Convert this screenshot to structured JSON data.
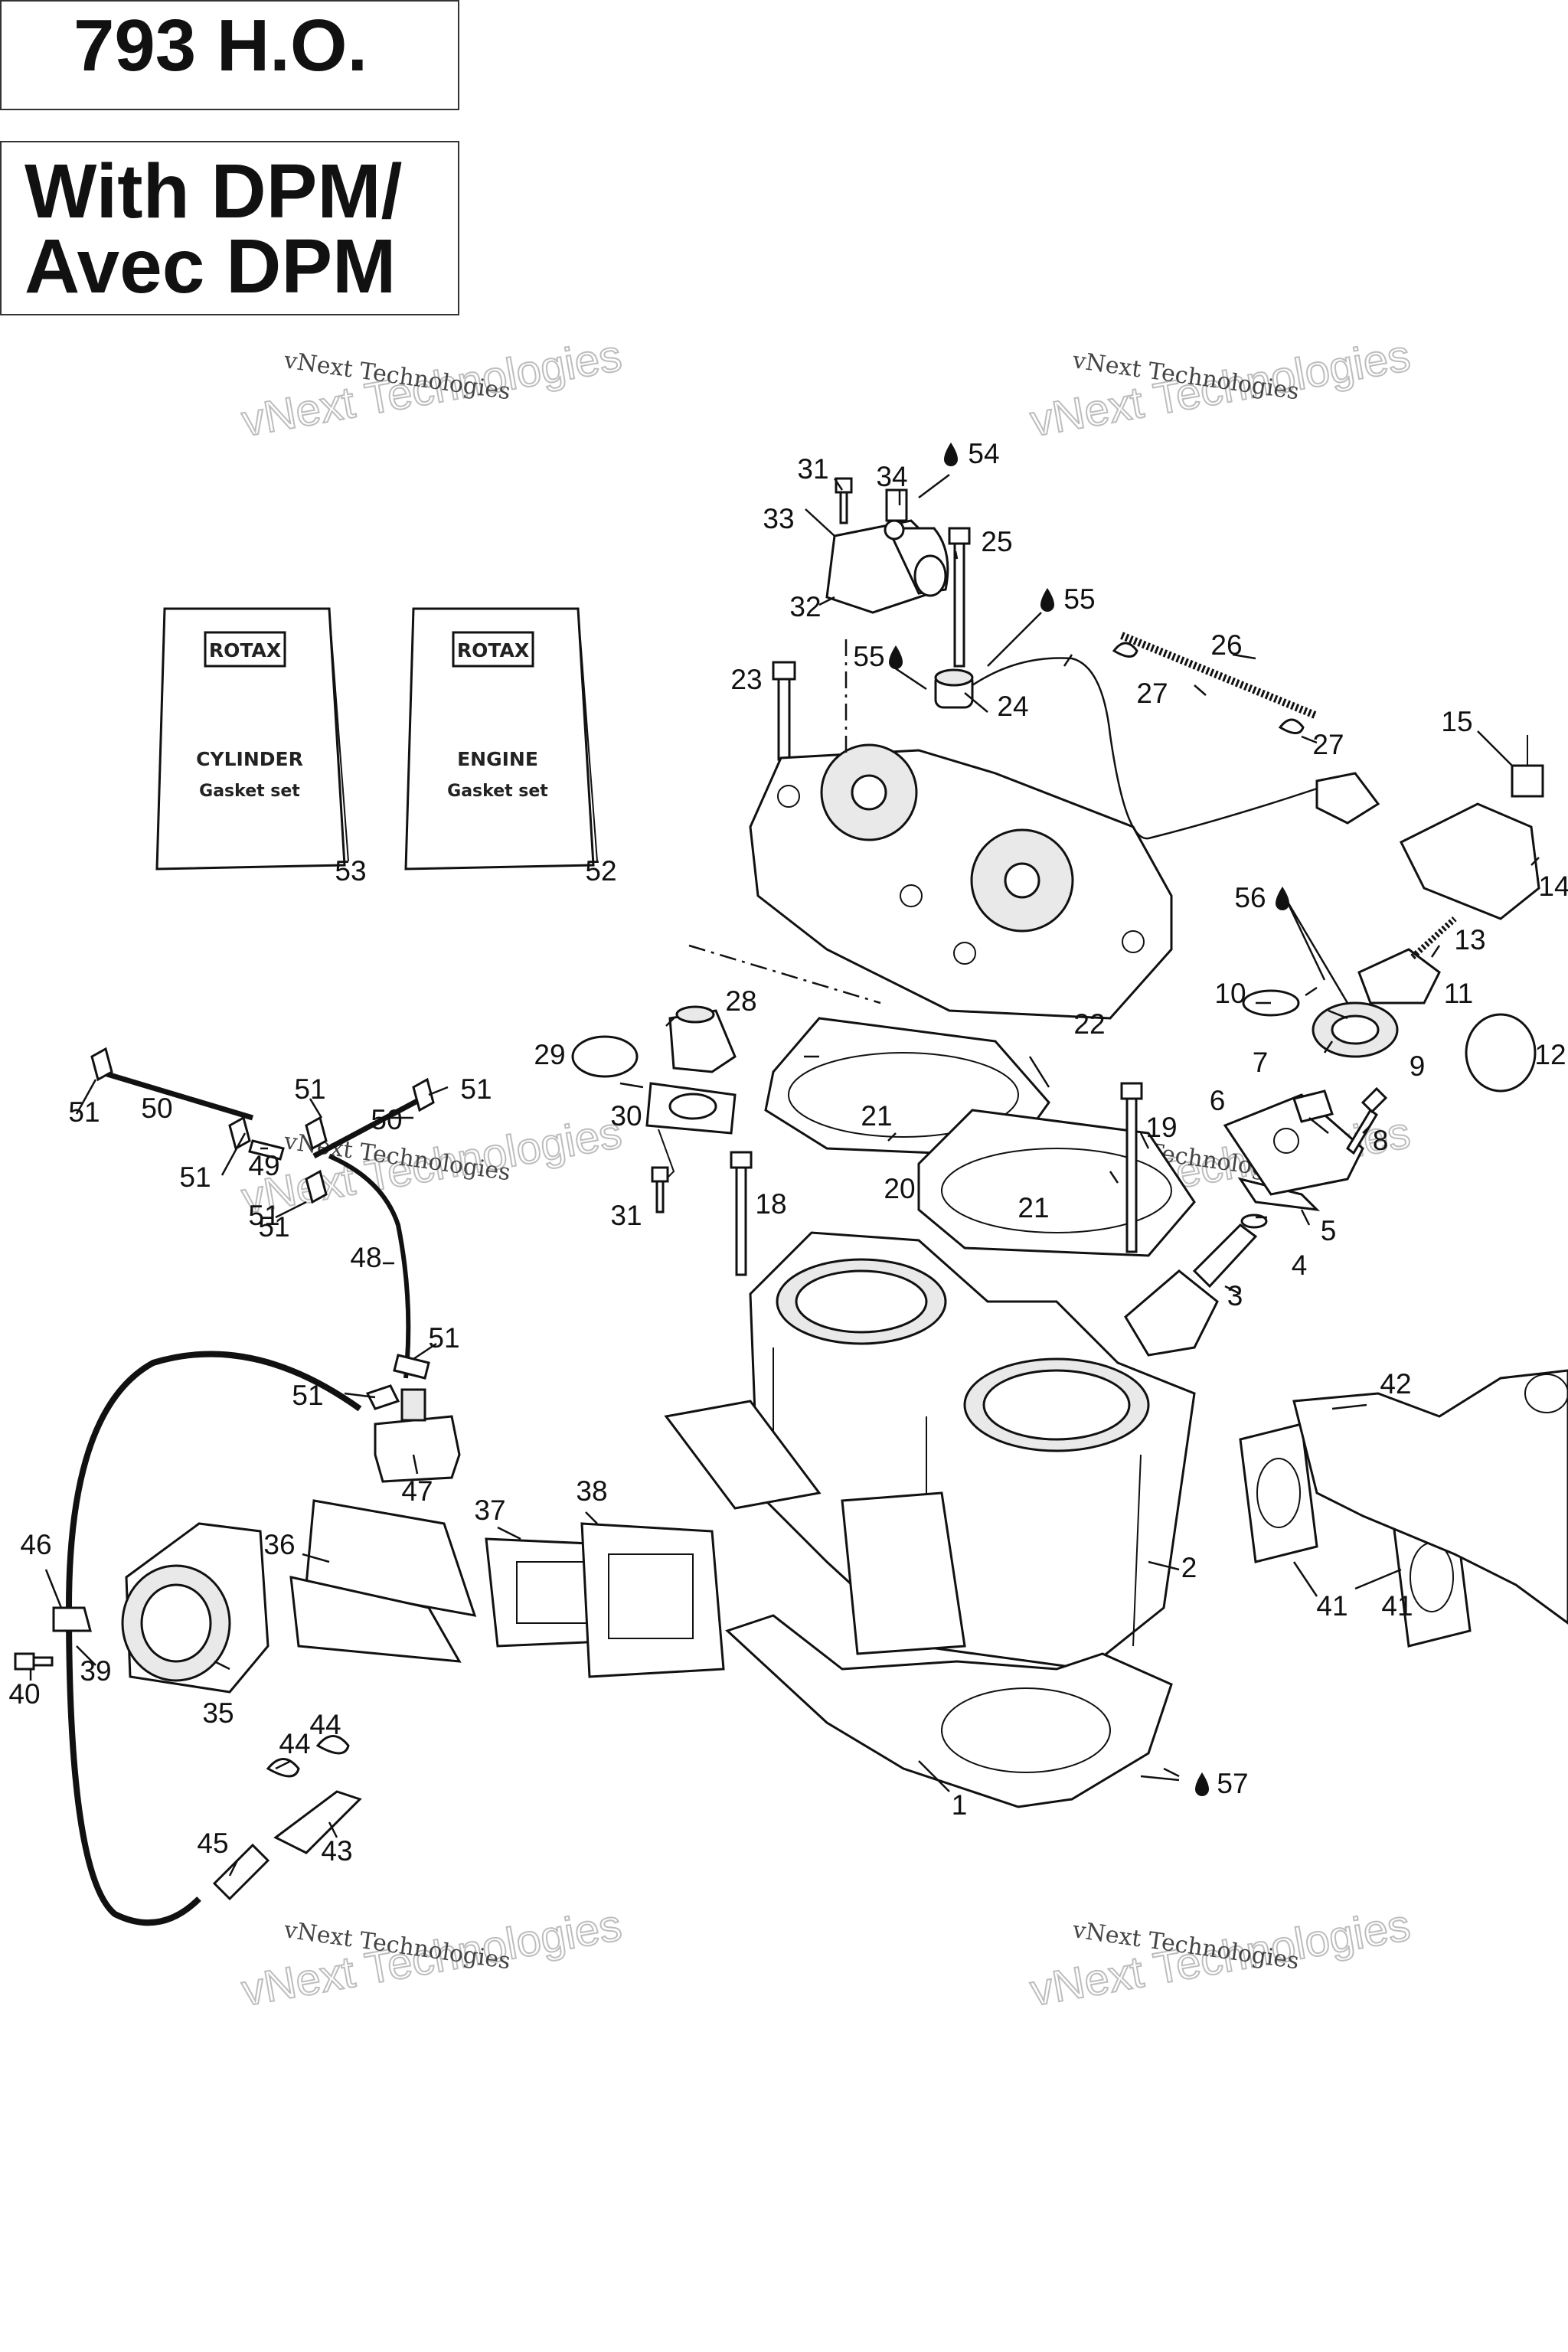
{
  "title": {
    "model": "793 H.O.",
    "variant_line1": "With DPM/",
    "variant_line2": "Avec DPM"
  },
  "watermark": {
    "line1": "vNext Technologies",
    "line2": "vNext Technologies"
  },
  "packages": [
    {
      "brand": "ROTAX",
      "line1": "CYLINDER",
      "line2": "Gasket set",
      "callout": "53"
    },
    {
      "brand": "ROTAX",
      "line1": "ENGINE",
      "line2": "Gasket set",
      "callout": "52"
    }
  ],
  "callouts": [
    "1",
    "2",
    "3",
    "4",
    "5",
    "6",
    "7",
    "8",
    "9",
    "10",
    "11",
    "12",
    "13",
    "14",
    "15",
    "18",
    "19",
    "20",
    "21",
    "21",
    "22",
    "23",
    "24",
    "25",
    "26",
    "27",
    "27",
    "28",
    "29",
    "30",
    "31",
    "31",
    "32",
    "33",
    "34",
    "35",
    "36",
    "37",
    "38",
    "39",
    "40",
    "41",
    "41",
    "42",
    "43",
    "44",
    "44",
    "45",
    "46",
    "47",
    "48",
    "49",
    "50",
    "50",
    "51",
    "51",
    "51",
    "51",
    "51",
    "51",
    "51",
    "51",
    "54",
    "55",
    "55",
    "56",
    "57"
  ]
}
